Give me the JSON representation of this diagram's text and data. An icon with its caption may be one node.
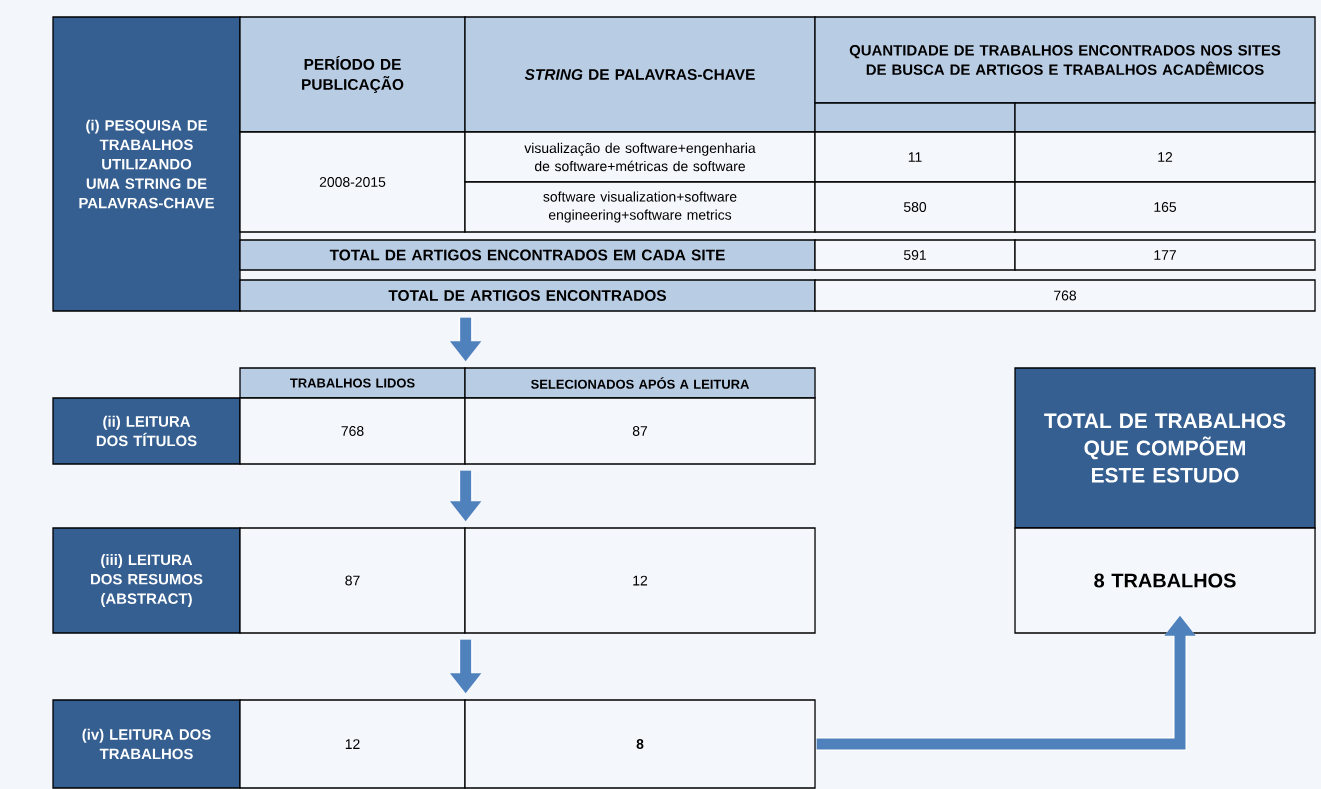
{
  "diagram": {
    "nodes": [
      {
        "text": [
          "(i) PESQUISA DE TRABALHOS UTILIZANDO UMA STRING DE PALAVRAS-CHAVE"
        ]
      },
      {
        "text": [
          "PERÍODO DE PUBLICAÇÃO"
        ]
      },
      {
        "text": [
          "*STRING* DE PALAVRAS-CHAVE"
        ]
      },
      {
        "text": [
          "QUANTIDADE DE TRABALHOS ENCONTRADOS NOS SITES DE BUSCA DE ARTIGOS E TRABALHOS ACADÊMICOS"
        ]
      },
      {
        "text": [],
        "shape": "box"
      },
      {
        "text": [],
        "shape": "box"
      },
      {
        "text": [
          "2008-2015"
        ]
      },
      {
        "text": [
          "visualização de software+engenharia de software+métricas de software"
        ]
      },
      {
        "text": [
          "11"
        ]
      },
      {
        "text": [
          "12"
        ]
      },
      {
        "text": [
          "software visualization+software engineering+software metrics"
        ]
      },
      {
        "text": [
          "580"
        ]
      },
      {
        "text": [
          "165"
        ]
      },
      {
        "text": [
          "TOTAL DE ARTIGOS ENCONTRADOS EM CADA SITE"
        ]
      },
      {
        "text": [
          "591"
        ]
      },
      {
        "text": [
          "177"
        ]
      },
      {
        "text": [
          "TOTAL DE ARTIGOS ENCONTRADOS"
        ]
      },
      {
        "text": [
          "768"
        ]
      },
      {
        "text": [
          "TRABALHOS LIDOS"
        ]
      },
      {
        "text": [
          "SELECIONADOS APÓS A LEITURA"
        ]
      },
      {
        "text": [
          "(ii) LEITURA DOS TÍTULOS"
        ]
      },
      {
        "text": [
          "768"
        ]
      },
      {
        "text": [
          "87"
        ]
      },
      {
        "text": [
          "(iii) LEITURA DOS RESUMOS (ABSTRACT)"
        ]
      },
      {
        "text": [
          "87"
        ]
      },
      {
        "text": [
          "12"
        ]
      },
      {
        "text": [
          "(iv) LEITURA DOS TRABALHOS"
        ]
      },
      {
        "text": [
          "12"
        ]
      },
      {
        "text": [
          "8"
        ]
      },
      {
        "text": [
          "TOTAL DE TRABALHOS QUE COMPÕEM ESTE ESTUDO"
        ]
      },
      {
        "text": [
          "8 TRABALHOS"
        ]
      }
    ],
    "edges": [
      {
        "from": 16,
        "to": 18,
        "arrow": "to"
      },
      {
        "from": 21,
        "to": 24,
        "arrow": "to"
      },
      {
        "from": 24,
        "to": 27,
        "arrow": "to"
      },
      {
        "from": 28,
        "to": 30,
        "arrow": "to"
      }
    ]
  }
}
